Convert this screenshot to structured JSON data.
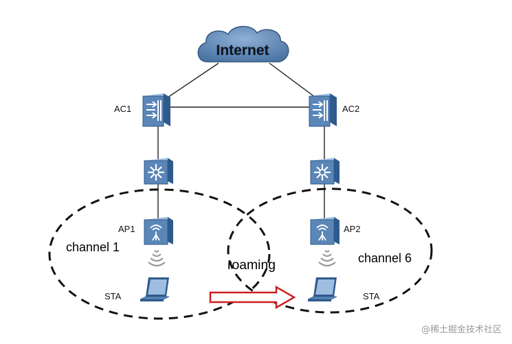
{
  "diagram": {
    "cloud_label": "Internet",
    "controllers": [
      {
        "id": "ac1",
        "label": "AC1"
      },
      {
        "id": "ac2",
        "label": "AC2"
      }
    ],
    "access_points": [
      {
        "id": "ap1",
        "label": "AP1",
        "channel": "channel 1",
        "station": "STA"
      },
      {
        "id": "ap2",
        "label": "AP2",
        "channel": "channel 6",
        "station": "STA"
      }
    ],
    "roaming_label": "roaming",
    "watermark": "@稀土掘金技术社区"
  },
  "colors": {
    "cloud_fill": "#5f87b5",
    "device_fill": "#5a86b8",
    "device_dark": "#2f5a8c",
    "roam_arrow": "#cc1f1f",
    "roam_text": "#d21a1a",
    "line": "#222222"
  }
}
